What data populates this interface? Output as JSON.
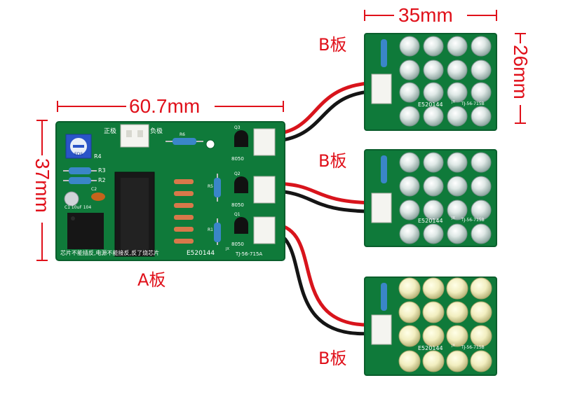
{
  "dimensions": {
    "a_width": "60.7mm",
    "a_height": "37mm",
    "b_width": "35mm",
    "b_height": "26mm"
  },
  "labels": {
    "board_a": "A板",
    "board_b": "B板"
  },
  "silkscreen": {
    "positive": "正极",
    "negative": "负极",
    "warning": "芯片不能插反,电源不能接反,反了烧芯片",
    "cert": "E520144",
    "jx": "JX",
    "model": "TJ-56-715A",
    "model_b": "TJ-56-715B",
    "transistor": "8050",
    "q1": "Q1",
    "q2": "Q2",
    "q3": "Q3",
    "r1": "R1",
    "r2": "R2",
    "r3": "R3",
    "r4": "R4",
    "r5": "R5",
    "r6": "R6",
    "c1": "C1 10uF 104",
    "c2": "C2",
    "pot_mark": "EDS"
  },
  "colors": {
    "pcb": "#0f7a3a",
    "pcb_dark": "#0a5e2c",
    "dimension": "#e0101a",
    "wire_red": "#d8141c",
    "wire_black": "#151515"
  }
}
